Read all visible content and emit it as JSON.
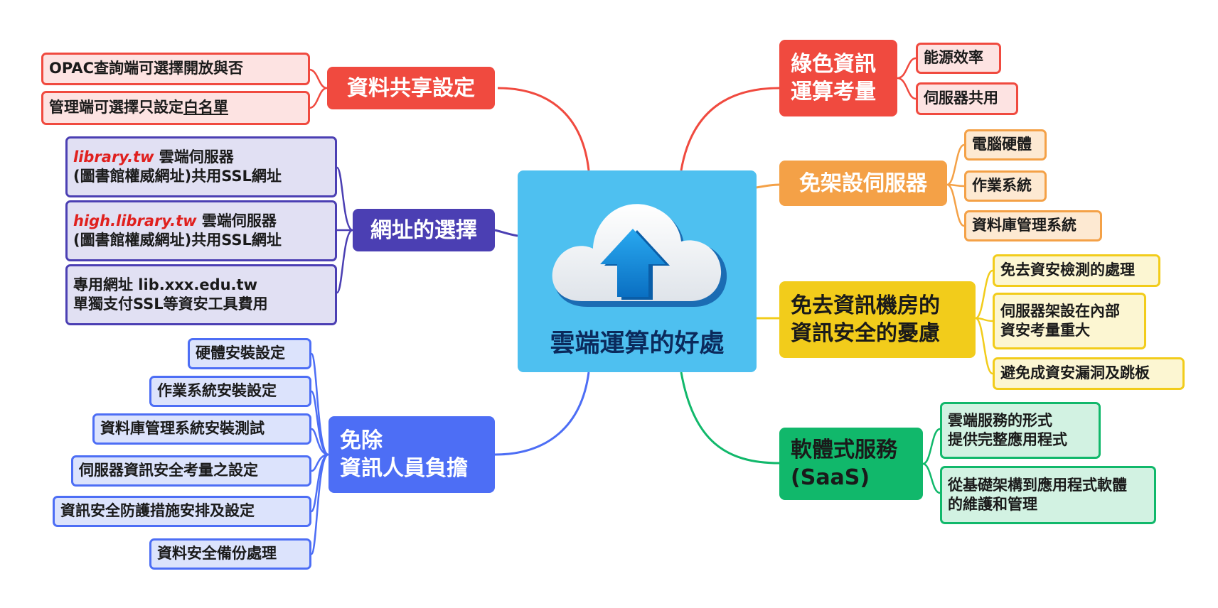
{
  "center": {
    "title": "雲端運算的好處",
    "icon": "cloud-upload-icon"
  },
  "left_branches": [
    {
      "id": "share",
      "title": "資料共享設定",
      "color": "#f04a3f",
      "items": [
        {
          "text": "OPAC查詢端可選擇開放與否"
        },
        {
          "prefix": "管理端可選擇只設定",
          "underlined": "白名單"
        }
      ]
    },
    {
      "id": "url",
      "title": "網址的選擇",
      "color": "#4b3fb3",
      "items": [
        {
          "highlight": "library.tw",
          "rest": " 雲端伺服器",
          "line2": "(圖書館權威網址)共用SSL網址"
        },
        {
          "highlight": "high.library.tw",
          "rest": " 雲端伺服器",
          "line2": "(圖書館權威網址)共用SSL網址"
        },
        {
          "line1": "專用網址 lib.xxx.edu.tw",
          "line2": "單獨支付SSL等資安工具費用"
        }
      ]
    },
    {
      "id": "staff",
      "title_line1": "免除",
      "title_line2": "資訊人員負擔",
      "color": "#4d6ef5",
      "items": [
        "硬體安裝設定",
        "作業系統安裝設定",
        "資料庫管理系統安裝測試",
        "伺服器資訊安全考量之設定",
        "資訊安全防護措施安排及設定",
        "資料安全備份處理"
      ]
    }
  ],
  "right_branches": [
    {
      "id": "green",
      "title_line1": "綠色資訊",
      "title_line2": "運算考量",
      "color": "#f04a3f",
      "items": [
        "能源效率",
        "伺服器共用"
      ]
    },
    {
      "id": "noserver",
      "title": "免架設伺服器",
      "color": "#f4a147",
      "items": [
        "電腦硬體",
        "作業系統",
        "資料庫管理系統"
      ]
    },
    {
      "id": "security",
      "title_line1": "免去資訊機房的",
      "title_line2": "資訊安全的憂慮",
      "color": "#f2cc1b",
      "items": [
        {
          "line1": "免去資安檢測的處理"
        },
        {
          "line1": "伺服器架設在內部",
          "line2": "資安考量重大"
        },
        {
          "line1": "避免成資安漏洞及跳板"
        }
      ]
    },
    {
      "id": "saas",
      "title_line1": "軟體式服務",
      "title_line2": "(SaaS)",
      "color": "#11b86b",
      "items": [
        {
          "line1": "雲端服務的形式",
          "line2": "提供完整應用程式"
        },
        {
          "line1": "從基礎架構到應用程式軟體",
          "line2": "的維護和管理"
        }
      ]
    }
  ]
}
